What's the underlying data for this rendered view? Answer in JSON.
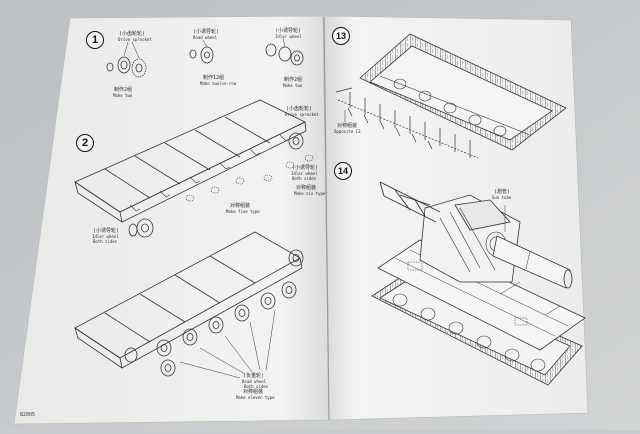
{
  "left_page": {
    "step1": {
      "number": "1",
      "groups": [
        {
          "zh": "(小齿轮轮)",
          "en": "Drive sprocket",
          "make_zh": "制作2组",
          "make_en": "Make two"
        },
        {
          "zh": "(小诱导轮)",
          "en": "Road wheel",
          "make_zh": "制作12组",
          "make_en": "Make twelve-row"
        },
        {
          "zh": "(小诱导轮)",
          "en": "Idler wheel",
          "make_zh": "制作2组",
          "make_en": "Make two"
        }
      ]
    },
    "step2": {
      "number": "2",
      "callouts": [
        {
          "zh": "(小齿轮轮)",
          "en": "Drive sprocket"
        },
        {
          "zh": "(小诱导轮)",
          "en": "Idler wheel",
          "note": "Both sides"
        },
        {
          "zh": "对称组装",
          "en": "Make five type"
        },
        {
          "zh": "(小诱导轮)",
          "en": "Idler wheel",
          "note": "Both sides"
        },
        {
          "zh": "对称组装",
          "en": "Make six type"
        }
      ]
    },
    "step3": {
      "callouts": [
        {
          "zh": "(负重轮)",
          "en": "Road wheel",
          "note": "Both sides",
          "make_zh": "对称组装",
          "make_en": "Make eleven type"
        }
      ]
    },
    "page_number": "82005"
  },
  "right_page": {
    "step13": {
      "number": "13",
      "label_zh": "对称组装",
      "label_en": "Opposite C3"
    },
    "step14": {
      "number": "14",
      "label_zh": "(炮管)",
      "label_en": "Gun tube"
    }
  },
  "colors": {
    "background": "#c9ccce",
    "paper": "#f2f2f0",
    "ink": "#2a2a2a"
  }
}
